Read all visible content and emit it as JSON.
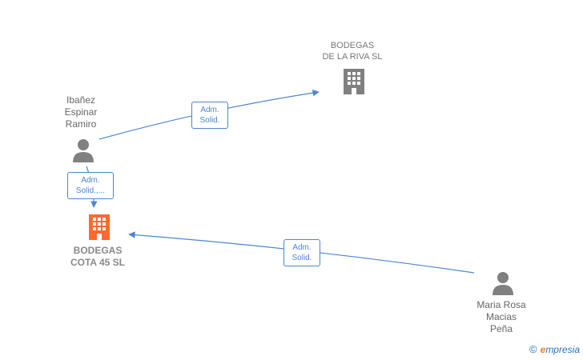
{
  "nodes": {
    "bodegas_riva": {
      "label": "BODEGAS\nDE LA RIVA  SL",
      "type": "company",
      "color": "#808080"
    },
    "ibanez": {
      "label": "Ibañez\nEspinar\nRamiro",
      "type": "person",
      "color": "#808080"
    },
    "bodegas_cota": {
      "label": "BODEGAS\nCOTA 45  SL",
      "type": "company",
      "color": "#ff6a2e"
    },
    "maria": {
      "label": "Maria Rosa\nMacias\nPeña",
      "type": "person",
      "color": "#808080"
    }
  },
  "edges": [
    {
      "label": "Adm.\nSolid."
    },
    {
      "label": "Adm.\nSolid.,..."
    },
    {
      "label": "Adm.\nSolid."
    }
  ],
  "brand": {
    "copyright": "©",
    "name_first": "e",
    "name_rest": "mpresia"
  },
  "colors": {
    "edge": "#4a86d4",
    "person": "#808080",
    "company": "#808080",
    "focus": "#ff6a2e"
  }
}
